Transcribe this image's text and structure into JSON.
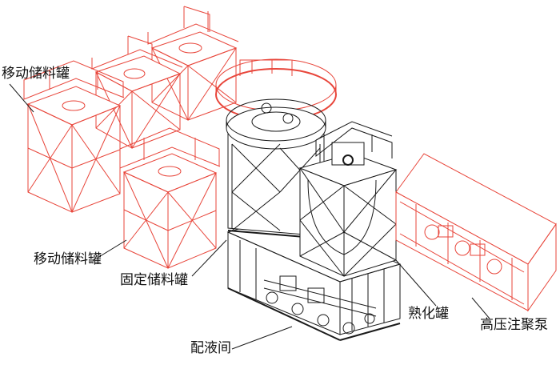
{
  "labels": {
    "mobile_tank_top": "移动储料罐",
    "mobile_tank_bottom": "移动储料罐",
    "fixed_tank": "固定储料罐",
    "mixing_room": "配液间",
    "maturation_tank": "熟化罐",
    "injection_pump": "高压注聚泵"
  },
  "colors": {
    "mobile_units": "#e8463b",
    "fixed_units": "#1a1a1a",
    "background": "#ffffff"
  }
}
